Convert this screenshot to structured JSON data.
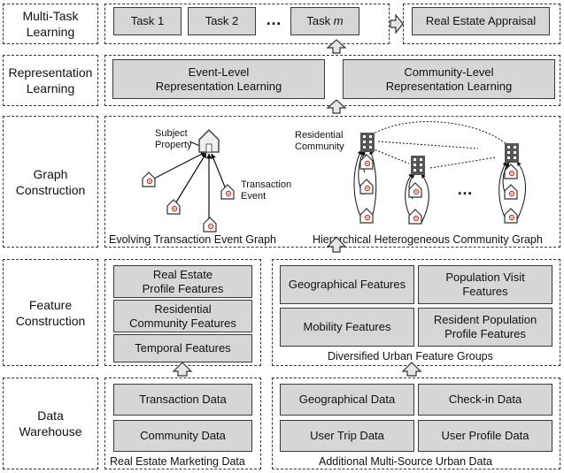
{
  "stages": {
    "multi_task": "Multi-Task\nLearning",
    "representation": "Representation\nLearning",
    "graph": "Graph\nConstruction",
    "feature": "Feature\nConstruction",
    "warehouse": "Data\nWarehouse"
  },
  "tasks": {
    "task1": "Task 1",
    "task2": "Task 2",
    "ellipsis": "…",
    "task_m_prefix": "Task ",
    "task_m_var": "m",
    "goal": "Real Estate Appraisal"
  },
  "representation": {
    "event": "Event-Level\nRepresentation Learning",
    "community": "Community-Level\nRepresentation Learning"
  },
  "graph": {
    "subject_property": "Subject\nProperty",
    "transaction_event": "Transaction\nEvent",
    "residential_community": "Residential\nCommunity",
    "ellipsis": "…",
    "event_graph_caption": "Evolving Transaction Event Graph",
    "community_graph_caption": "Hierarchical Heterogeneous Community Graph"
  },
  "features": {
    "real_estate_profile": "Real Estate\nProfile Features",
    "residential_community": "Residential\nCommunity Features",
    "temporal": "Temporal Features",
    "geographical": "Geographical Features",
    "population_visit": "Population Visit\nFeatures",
    "mobility": "Mobility Features",
    "resident_population": "Resident Population\nProfile Features",
    "urban_caption": "Diversified Urban Feature Groups"
  },
  "data": {
    "transaction": "Transaction Data",
    "community": "Community Data",
    "geographical": "Geographical Data",
    "checkin": "Check-in Data",
    "user_trip": "User Trip Data",
    "user_profile": "User Profile Data",
    "marketing_caption": "Real Estate Marketing Data",
    "urban_caption": "Additional Multi-Source Urban Data"
  },
  "colors": {
    "box_fill": "#d6d6d6",
    "border": "#333333",
    "house_marker": "#c0392b"
  }
}
